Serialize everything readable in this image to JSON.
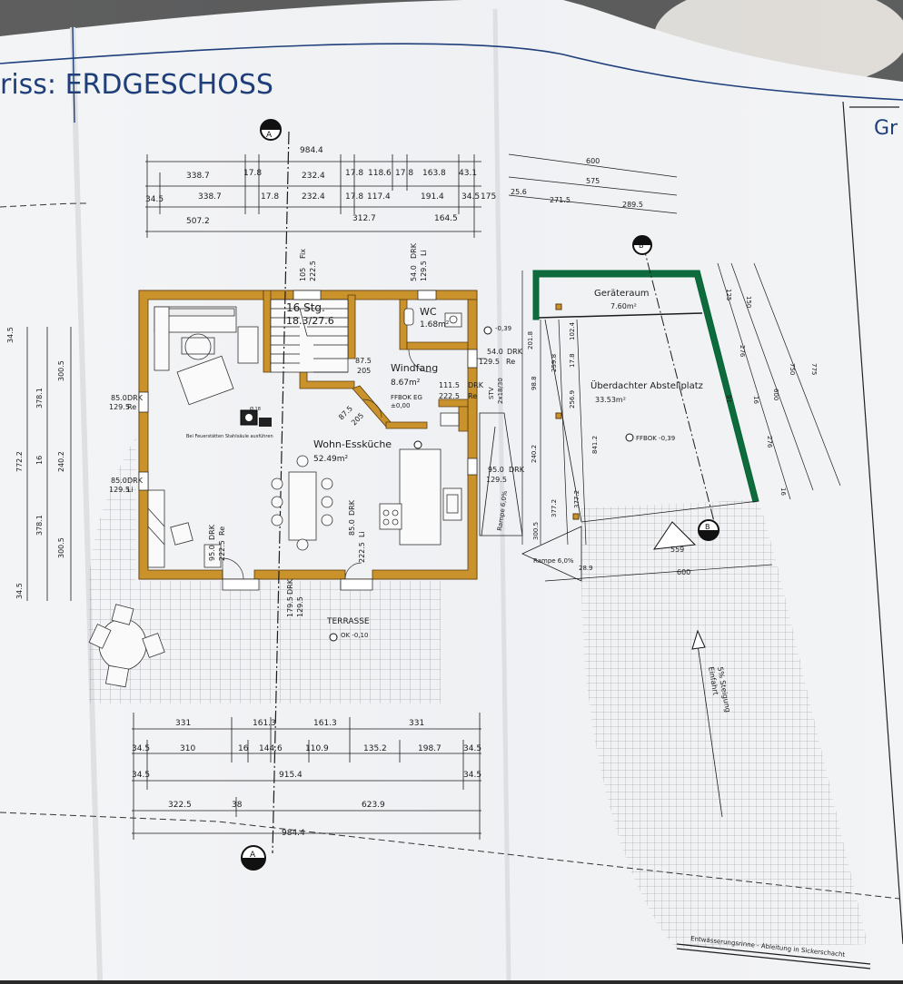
{
  "sheet": {
    "title": "riss: ERDGESCHOSS",
    "corner_title": "Gr"
  },
  "colors": {
    "paper": "#f3f4f6",
    "paper_shadow": "#dcdee2",
    "ink": "#1c1c1c",
    "title_blue": "#1f3f7a",
    "wall_fill": "#c9922a",
    "wall_dark": "#5a3b10",
    "garage_green": "#0f6a3c",
    "hatch": "#8c8f94"
  },
  "section_markers": {
    "a_top": "A",
    "a_bottom": "A",
    "b_top": "B",
    "b_mid": "B"
  },
  "dimensions_top": {
    "row1": [
      "338.7",
      "17.8",
      "232.4",
      "17.8",
      "118.6",
      "17.8",
      "163.8",
      "43.1"
    ],
    "row2": [
      "34.5",
      "338.7",
      "17.8",
      "232.4",
      "17.8",
      "117.4",
      "191.4",
      "34.5",
      "175"
    ],
    "row3": [
      "507.2",
      "312.7",
      "164.5"
    ],
    "overall": "984.4",
    "garage_row1": "600",
    "garage_row2": "575",
    "garage_row3": [
      "25.6",
      "271.5",
      "289.5"
    ]
  },
  "dimensions_bottom": {
    "row1": [
      "331",
      "161.3",
      "161.3",
      "331"
    ],
    "row2": [
      "34.5",
      "310",
      "16",
      "144.6",
      "110.9",
      "135.2",
      "198.7",
      "34.5"
    ],
    "row3": [
      "34.5",
      "915.4",
      "34.5"
    ],
    "row4": [
      "322.5",
      "38",
      "623.9"
    ],
    "overall": "984.4"
  },
  "dimensions_left": [
    "34.5",
    "300.5",
    "378.1",
    "16",
    "240.2",
    "772.2",
    "378.1",
    "300.5",
    "34.5"
  ],
  "dimensions_right": [
    "150",
    "125",
    "750",
    "775",
    "276",
    "600",
    "16",
    "276",
    "16"
  ],
  "rooms": [
    {
      "name": "WC",
      "area": "1.68m²"
    },
    {
      "name": "Windfang",
      "area": "8.67m²"
    },
    {
      "name": "Wohn-Essküche",
      "area": "52.49m²"
    },
    {
      "name": "Geräteraum",
      "area": "7.60m²"
    },
    {
      "name": "Überdachter Abstellplatz",
      "area": "33.53m²"
    },
    {
      "name": "TERRASSE",
      "area": "OK -0,10"
    }
  ],
  "stair": {
    "label": "16 Stg.",
    "ratio": "18.3/27.6"
  },
  "levels": {
    "eg": "FFBOK EG",
    "eg_value": "±0,00",
    "carport": "FFBOK -0,39",
    "entry": "-0,39"
  },
  "openings": [
    {
      "a": "105",
      "b": "Fix",
      "c": "222.5"
    },
    {
      "a": "54.0",
      "b": "DRK",
      "c": "129.5",
      "d": "Li"
    },
    {
      "a": "87.5",
      "b": "205"
    },
    {
      "a": "54.0",
      "b": "DRK",
      "c": "129.5",
      "d": "Re"
    },
    {
      "a": "111.5",
      "b": "DRK",
      "c": "222.5",
      "d": "Re"
    },
    {
      "a": "85.0",
      "b": "DRK",
      "c": "129.5",
      "d": "Re"
    },
    {
      "a": "85.0",
      "b": "DRK",
      "c": "129.5",
      "d": "Li"
    },
    {
      "a": "95.0",
      "b": "DRK",
      "c": "222.5",
      "d": "Re"
    },
    {
      "a": "85.0",
      "b": "DRK",
      "c": "222.5",
      "d": "Li"
    },
    {
      "a": "179.5",
      "b": "DRK",
      "c": "129.5"
    },
    {
      "a": "95.0",
      "b": "DRK",
      "c": "129.5"
    },
    {
      "a": "87.5",
      "b": "205"
    }
  ],
  "annotations": {
    "fireplace": "Bei Feuerstätten Stahlsäule ausführen",
    "fireplace_tag": "Ø 18",
    "stv": "STV",
    "stv_dim": "2x18/30",
    "ramp1": "Rampe 6,0%",
    "ramp2": "Rampe 6,0%",
    "driveway": "Einfahrt",
    "slope": "5% Steigung",
    "drain": "Entwässerungsrinne - Ableitung in Sickerschacht",
    "dim_559": "559",
    "dim_600": "600",
    "dim_28_9": "28.9",
    "g_dims": [
      "201.8",
      "98.8",
      "240.2",
      "259.8",
      "256.9",
      "377.2",
      "300.5",
      "841.2",
      "377.2",
      "17.8",
      "16",
      "102.4"
    ]
  }
}
